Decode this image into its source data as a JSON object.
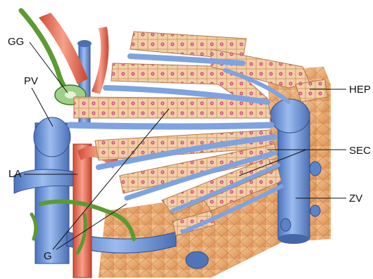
{
  "labels": {
    "gg": "GG",
    "pv": "PV",
    "la": "LA",
    "g": "G",
    "hep": "HEP",
    "sec": "SEC",
    "zv": "ZV"
  },
  "colors": {
    "hepatocyte": "#f0c79a",
    "nucleus": "#d0577f",
    "vessel_blue": "#6f97d6",
    "artery_red": "#e7725c",
    "bile_green": "#6aa33c",
    "parenchyma": "#e8a86a"
  }
}
